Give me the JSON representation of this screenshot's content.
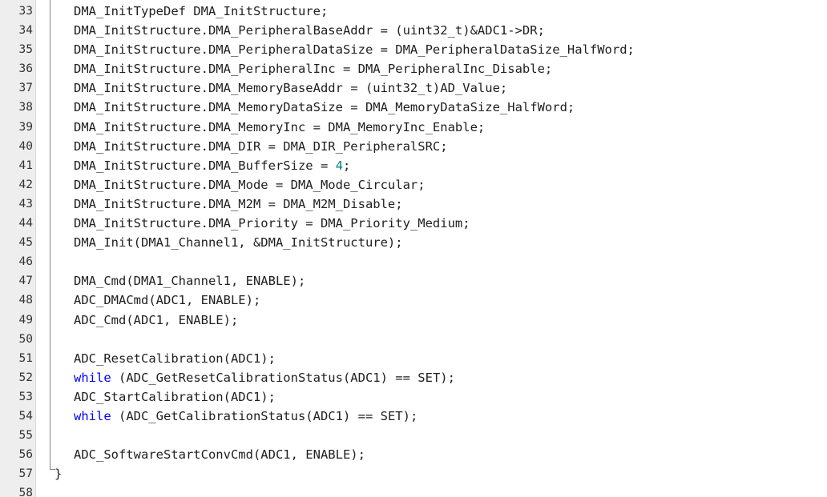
{
  "colors": {
    "gutter_bg": "#eeeeee",
    "text": "#202020",
    "line_number": "#333333",
    "keyword": "#0000ff",
    "number": "#008080"
  },
  "lines": [
    {
      "num": "33",
      "segments": [
        {
          "text": "DMA_InitTypeDef DMA_InitStructure;"
        }
      ]
    },
    {
      "num": "34",
      "segments": [
        {
          "text": "DMA_InitStructure.DMA_PeripheralBaseAddr = (uint32_t)&ADC1->DR;"
        }
      ]
    },
    {
      "num": "35",
      "segments": [
        {
          "text": "DMA_InitStructure.DMA_PeripheralDataSize = DMA_PeripheralDataSize_HalfWord;"
        }
      ]
    },
    {
      "num": "36",
      "segments": [
        {
          "text": "DMA_InitStructure.DMA_PeripheralInc = DMA_PeripheralInc_Disable;"
        }
      ]
    },
    {
      "num": "37",
      "segments": [
        {
          "text": "DMA_InitStructure.DMA_MemoryBaseAddr = (uint32_t)AD_Value;"
        }
      ]
    },
    {
      "num": "38",
      "segments": [
        {
          "text": "DMA_InitStructure.DMA_MemoryDataSize = DMA_MemoryDataSize_HalfWord;"
        }
      ]
    },
    {
      "num": "39",
      "segments": [
        {
          "text": "DMA_InitStructure.DMA_MemoryInc = DMA_MemoryInc_Enable;"
        }
      ]
    },
    {
      "num": "40",
      "segments": [
        {
          "text": "DMA_InitStructure.DMA_DIR = DMA_DIR_PeripheralSRC;"
        }
      ]
    },
    {
      "num": "41",
      "segments": [
        {
          "text": "DMA_InitStructure.DMA_BufferSize = "
        },
        {
          "text": "4",
          "cls": "num"
        },
        {
          "text": ";"
        }
      ]
    },
    {
      "num": "42",
      "segments": [
        {
          "text": "DMA_InitStructure.DMA_Mode = DMA_Mode_Circular;"
        }
      ]
    },
    {
      "num": "43",
      "segments": [
        {
          "text": "DMA_InitStructure.DMA_M2M = DMA_M2M_Disable;"
        }
      ]
    },
    {
      "num": "44",
      "segments": [
        {
          "text": "DMA_InitStructure.DMA_Priority = DMA_Priority_Medium;"
        }
      ]
    },
    {
      "num": "45",
      "segments": [
        {
          "text": "DMA_Init(DMA1_Channel1, &DMA_InitStructure);"
        }
      ]
    },
    {
      "num": "46",
      "segments": []
    },
    {
      "num": "47",
      "segments": [
        {
          "text": "DMA_Cmd(DMA1_Channel1, ENABLE);"
        }
      ]
    },
    {
      "num": "48",
      "segments": [
        {
          "text": "ADC_DMACmd(ADC1, ENABLE);"
        }
      ]
    },
    {
      "num": "49",
      "segments": [
        {
          "text": "ADC_Cmd(ADC1, ENABLE);"
        }
      ]
    },
    {
      "num": "50",
      "segments": []
    },
    {
      "num": "51",
      "segments": [
        {
          "text": "ADC_ResetCalibration(ADC1);"
        }
      ]
    },
    {
      "num": "52",
      "segments": [
        {
          "text": "while",
          "cls": "kw"
        },
        {
          "text": " (ADC_GetResetCalibrationStatus(ADC1) == SET);"
        }
      ]
    },
    {
      "num": "53",
      "segments": [
        {
          "text": "ADC_StartCalibration(ADC1);"
        }
      ]
    },
    {
      "num": "54",
      "segments": [
        {
          "text": "while",
          "cls": "kw"
        },
        {
          "text": " (ADC_GetCalibrationStatus(ADC1) == SET);"
        }
      ]
    },
    {
      "num": "55",
      "segments": []
    },
    {
      "num": "56",
      "segments": [
        {
          "text": "ADC_SoftwareStartConvCmd(ADC1, ENABLE);"
        }
      ]
    },
    {
      "num": "57",
      "close": true,
      "segments": [
        {
          "text": "}"
        }
      ]
    },
    {
      "num": "58",
      "segments": []
    }
  ]
}
